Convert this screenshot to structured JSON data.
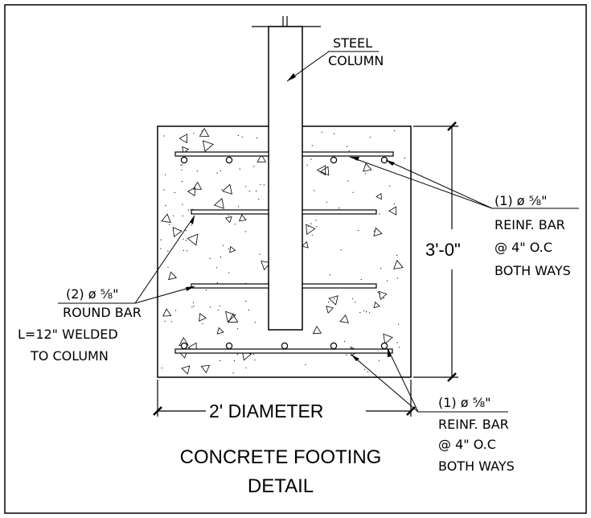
{
  "labels": {
    "steel_column": {
      "line1": "STEEL",
      "line2": "COLUMN"
    },
    "reinf_top": {
      "line1": "(1)  ø  ⅝\"",
      "line2": "REINF.  BAR",
      "line3": "@  4\"  O.C",
      "line4": "BOTH  WAYS"
    },
    "round_bar": {
      "line1": "(2)  ø  ⅝\"",
      "line2": "ROUND  BAR",
      "line3": "L=12\"  WELDED",
      "line4": "TO  COLUMN"
    },
    "reinf_bottom": {
      "line1": "(1)  ø  ⅝\"",
      "line2": "REINF.  BAR",
      "line3": "@  4\"  O.C",
      "line4": "BOTH  WAYS"
    },
    "height_dimension": "3'-0\"",
    "diameter_dimension": "2' DIAMETER",
    "title": {
      "line1": "CONCRETE FOOTING",
      "line2": "DETAIL"
    }
  },
  "colors": {
    "line": "#000000",
    "background": "#ffffff"
  }
}
